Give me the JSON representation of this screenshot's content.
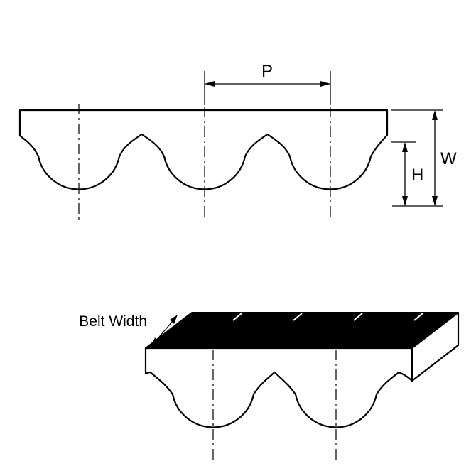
{
  "page": {
    "background": "#ffffff"
  },
  "colors": {
    "line": "#000000",
    "belt_fill": "#ffffff",
    "top_face_fill": "#000000"
  },
  "profile_view": {
    "description_names": [
      "belt-cross-section",
      "three-teeth"
    ],
    "pitch_label": "P",
    "overall_thickness_label": "W",
    "tooth_height_label": "H"
  },
  "perspective_view": {
    "belt_width_label": "Belt Width"
  }
}
